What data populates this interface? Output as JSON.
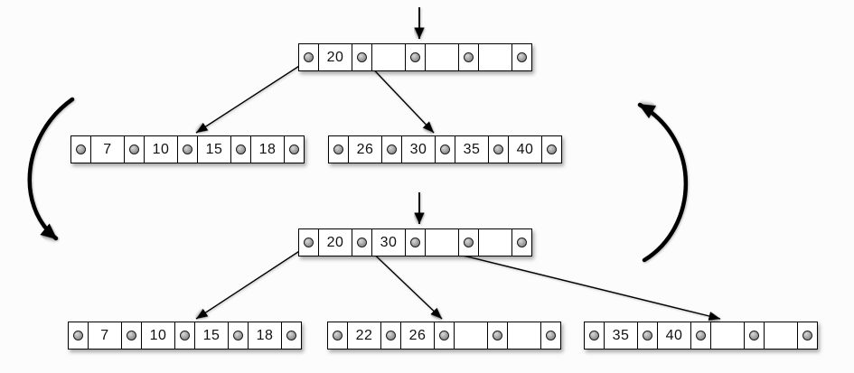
{
  "colors": {
    "background": "#fcfcfc",
    "node_fill": "#ffffff",
    "node_border": "#000000",
    "pointer_dot": "#8f8f8f",
    "arrow": "#000000"
  },
  "tree_before": {
    "root": {
      "id": "top-root",
      "keys": [
        "20",
        "",
        "",
        ""
      ]
    },
    "leaves": [
      {
        "id": "top-leaf-0",
        "keys": [
          "7",
          "10",
          "15",
          "18"
        ]
      },
      {
        "id": "top-leaf-1",
        "keys": [
          "26",
          "30",
          "35",
          "40"
        ]
      }
    ]
  },
  "tree_after": {
    "root": {
      "id": "bottom-root",
      "keys": [
        "20",
        "30",
        "",
        ""
      ]
    },
    "leaves": [
      {
        "id": "bottom-leaf-0",
        "keys": [
          "7",
          "10",
          "15",
          "18"
        ]
      },
      {
        "id": "bottom-leaf-1",
        "keys": [
          "22",
          "26",
          "",
          ""
        ]
      },
      {
        "id": "bottom-leaf-2",
        "keys": [
          "35",
          "40",
          "",
          ""
        ]
      }
    ]
  }
}
